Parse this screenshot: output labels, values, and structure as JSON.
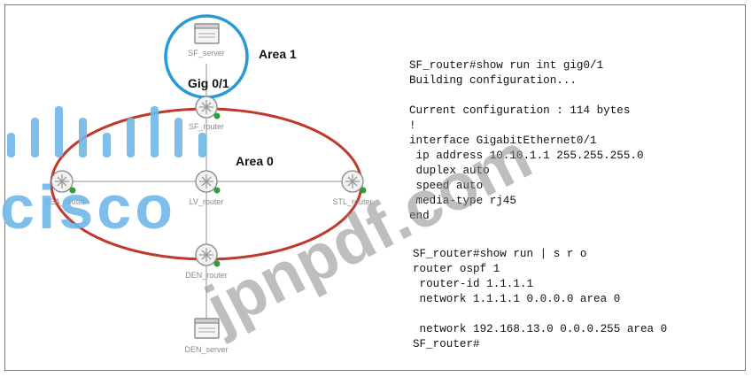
{
  "colors": {
    "area1_circle": "#2a9ad6",
    "area0_ellipse": "#c0392b",
    "status_dot": "#2e9e3c",
    "watermark_logo": "#6fb8e8",
    "watermark_text": "#8a8a8a"
  },
  "labels": {
    "area1": "Area 1",
    "area0": "Area 0",
    "interface": "Gig 0/1"
  },
  "devices": {
    "sf_server": "SF_server",
    "sf_router": "SF_router",
    "sea_router": "SEA_router",
    "lv_router": "LV_router",
    "stl_router": "STL_router",
    "den_router": "DEN_router",
    "den_server": "DEN_server"
  },
  "cli_block1": [
    "SF_router#show run int gig0/1",
    "Building configuration...",
    "",
    "Current configuration : 114 bytes",
    "!",
    "interface GigabitEthernet0/1",
    " ip address 10.10.1.1 255.255.255.0",
    " duplex auto",
    " speed auto",
    " media-type rj45",
    "end"
  ],
  "cli_block2": [
    "SF_router#show run | s r o",
    "router ospf 1",
    " router-id 1.1.1.1",
    " network 1.1.1.1 0.0.0.0 area 0",
    "",
    " network 192.168.13.0 0.0.0.255 area 0",
    "SF_router#"
  ],
  "watermark": {
    "logo": "cisco",
    "site": "jpnpdf.com"
  }
}
